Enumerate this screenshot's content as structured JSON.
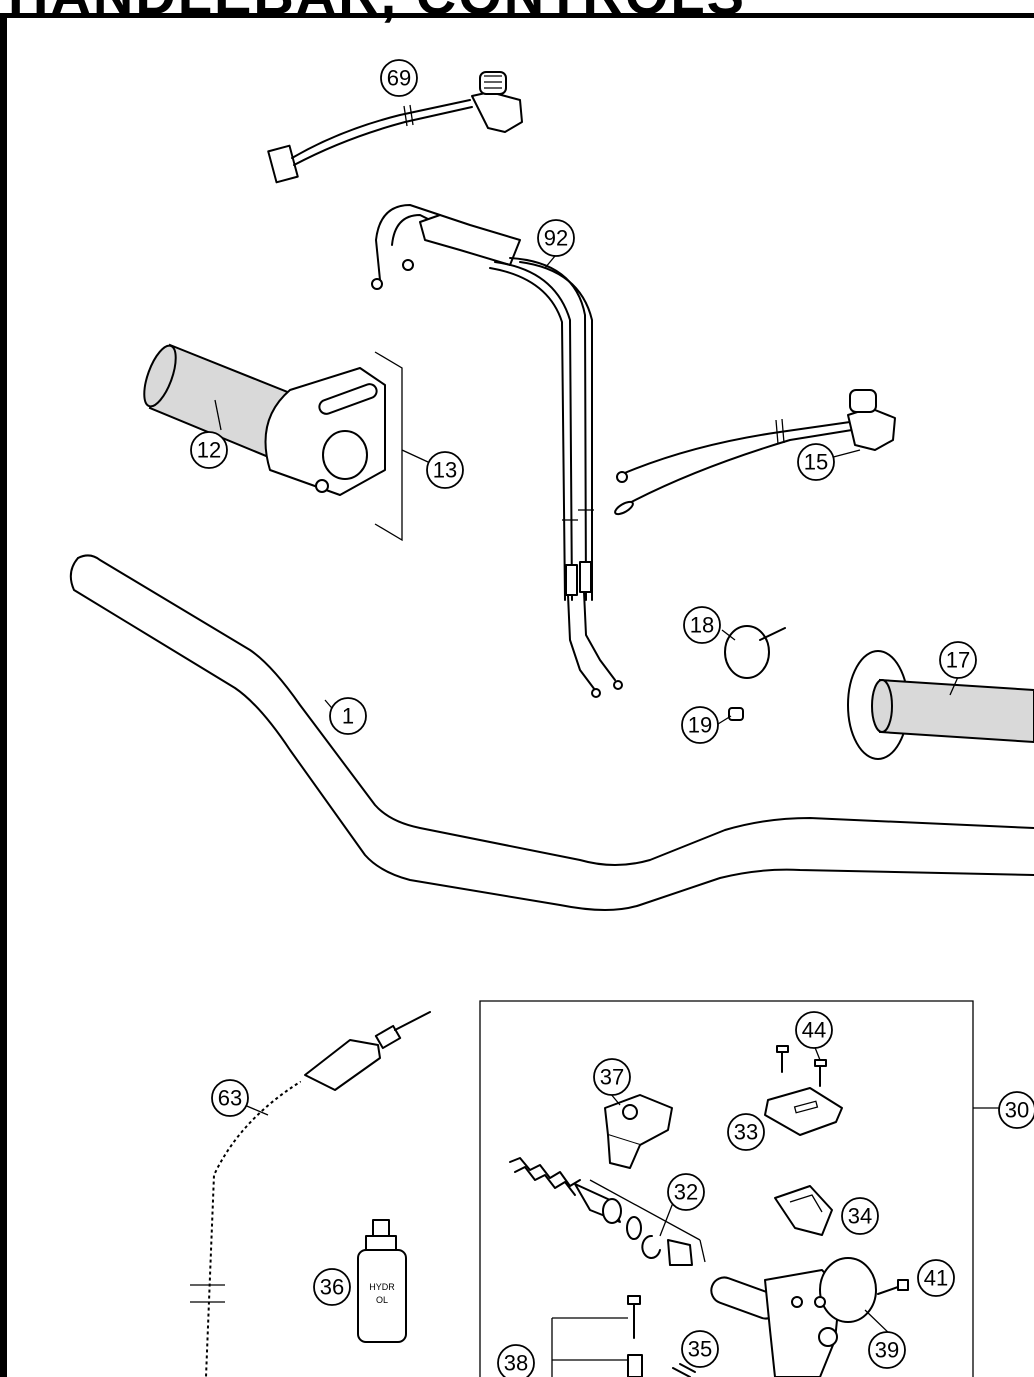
{
  "title": "HANDLEBAR, CONTROLS",
  "callouts": {
    "c69": "69",
    "c92": "92",
    "c12": "12",
    "c13": "13",
    "c15": "15",
    "c1": "1",
    "c18": "18",
    "c19": "19",
    "c17": "17",
    "c63": "63",
    "c44": "44",
    "c37": "37",
    "c33": "33",
    "c30": "30",
    "c32": "32",
    "c34": "34",
    "c41": "41",
    "c36": "36",
    "c35": "35",
    "c38": "38",
    "c39": "39"
  },
  "bottle_label": {
    "line1": "HYDR",
    "line2": "OL"
  }
}
